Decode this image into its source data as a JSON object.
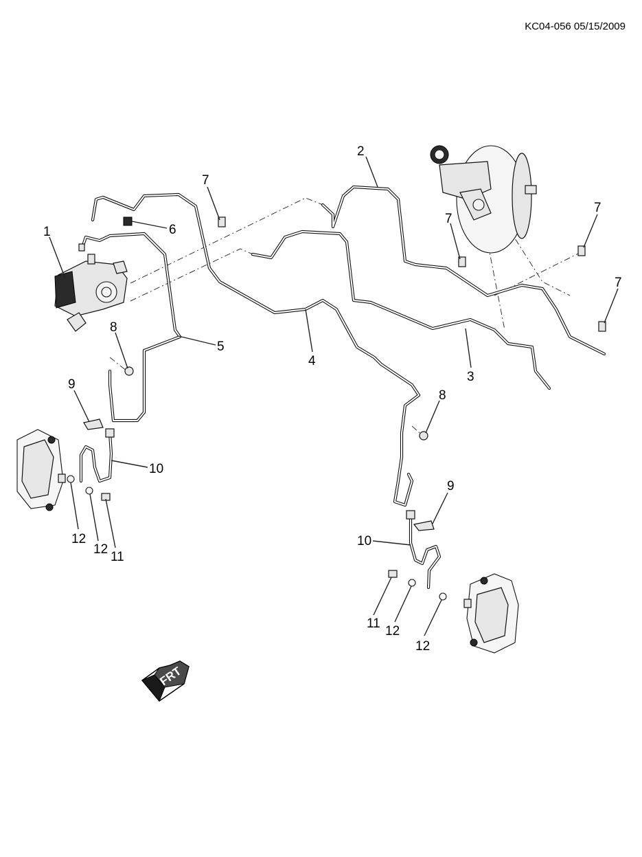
{
  "header": {
    "reference": "KC04-056 05/15/2009"
  },
  "callouts": [
    "1",
    "2",
    "3",
    "4",
    "5",
    "6",
    "7",
    "8",
    "9",
    "10",
    "11",
    "12"
  ],
  "front_arrow": {
    "label": "FRT"
  }
}
